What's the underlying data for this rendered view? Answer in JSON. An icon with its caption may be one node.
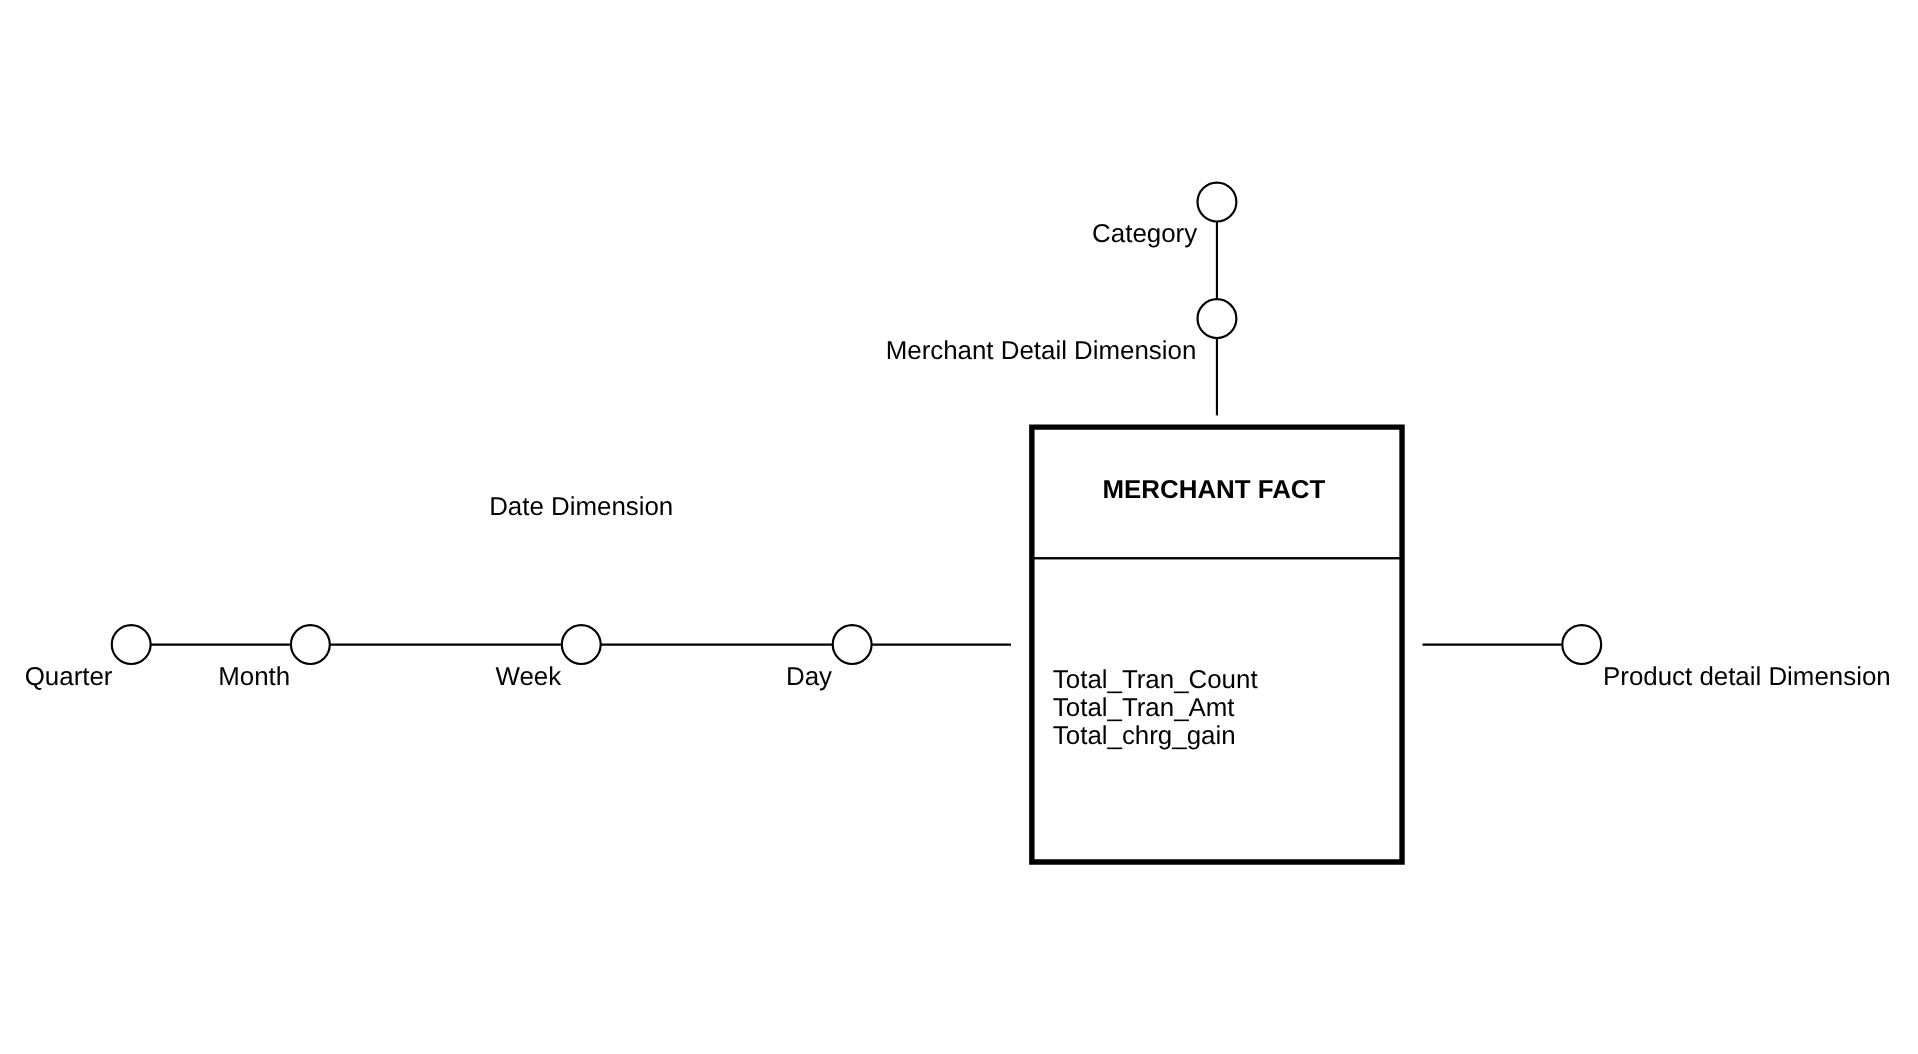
{
  "diagram": {
    "nodes": [
      {
        "text": [],
        "shape": "circle",
        "beside": [
          "Category"
        ]
      },
      {
        "text": [],
        "shape": "circle",
        "beside": [
          "Merchant Detail Dimension"
        ]
      },
      {
        "text": [
          "MERCHANT FACT",
          "Total_Tran_Count",
          "Total_Tran_Amt",
          "Total_chrg_gain"
        ]
      },
      {
        "text": [],
        "shape": "circle",
        "beside": [
          "Quarter"
        ]
      },
      {
        "text": [],
        "shape": "circle",
        "beside": [
          "Month"
        ]
      },
      {
        "text": [],
        "shape": "circle",
        "beside": [
          "Week"
        ]
      },
      {
        "text": [],
        "shape": "circle",
        "beside": [
          "Day"
        ]
      },
      {
        "text": [],
        "shape": "circle",
        "beside": [
          "Product detail Dimension"
        ]
      }
    ],
    "edges": [
      {
        "from": 0,
        "to": 1,
        "arrow": "none"
      },
      {
        "from": 1,
        "to": 2,
        "arrow": "none"
      },
      {
        "from": 3,
        "to": 4,
        "arrow": "none"
      },
      {
        "from": 4,
        "to": 5,
        "arrow": "none"
      },
      {
        "from": 5,
        "to": 6,
        "arrow": "none"
      },
      {
        "from": 6,
        "to": 2,
        "arrow": "none"
      },
      {
        "from": 2,
        "to": 7,
        "arrow": "none"
      }
    ],
    "labels": [
      "Date Dimension"
    ]
  }
}
